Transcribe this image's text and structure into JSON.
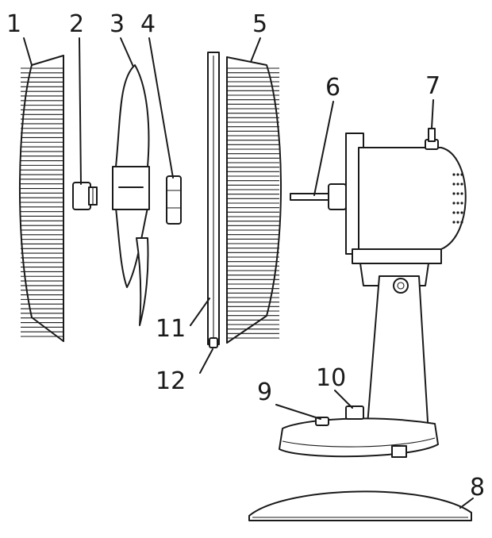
{
  "diagram": {
    "subject": "Exploded view of a desk fan",
    "callouts": [
      {
        "id": "1",
        "label": "1"
      },
      {
        "id": "2",
        "label": "2"
      },
      {
        "id": "3",
        "label": "3"
      },
      {
        "id": "4",
        "label": "4"
      },
      {
        "id": "5",
        "label": "5"
      },
      {
        "id": "6",
        "label": "6"
      },
      {
        "id": "7",
        "label": "7"
      },
      {
        "id": "8",
        "label": "8"
      },
      {
        "id": "9",
        "label": "9"
      },
      {
        "id": "10",
        "label": "10"
      },
      {
        "id": "11",
        "label": "11"
      },
      {
        "id": "12",
        "label": "12"
      }
    ],
    "colors": {
      "ink": "#1a1a1a",
      "background": "#ffffff"
    }
  }
}
